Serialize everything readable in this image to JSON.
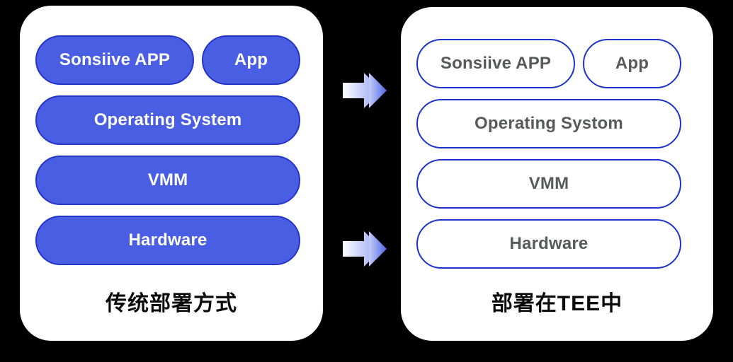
{
  "colors": {
    "background": "#000000",
    "panel": "#ffffff",
    "solid_pill_fill": "#4a5ee3",
    "solid_pill_border": "#2434c9",
    "solid_pill_text": "#ffffff",
    "outline_pill_border": "#1c33cb",
    "outline_pill_text": "#58595c",
    "caption_text": "#0a0a0a",
    "arrow_gradient_start": "#ffffff",
    "arrow_gradient_end": "#5265e6"
  },
  "left_panel": {
    "caption": "传统部署方式",
    "rows": [
      {
        "cells": [
          {
            "label": "Sonsiive APP"
          },
          {
            "label": "App"
          }
        ]
      },
      {
        "cells": [
          {
            "label": "Operating System"
          }
        ]
      },
      {
        "cells": [
          {
            "label": "VMM"
          }
        ]
      },
      {
        "cells": [
          {
            "label": "Hardware"
          }
        ]
      }
    ]
  },
  "right_panel": {
    "caption": "部署在TEE中",
    "rows": [
      {
        "cells": [
          {
            "label": "Sonsiive APP"
          },
          {
            "label": "App"
          }
        ]
      },
      {
        "cells": [
          {
            "label": "Operating Systom"
          }
        ]
      },
      {
        "cells": [
          {
            "label": "VMM"
          }
        ]
      },
      {
        "cells": [
          {
            "label": "Hardware"
          }
        ]
      }
    ]
  },
  "arrows": [
    {
      "name": "top-arrow"
    },
    {
      "name": "bottom-arrow"
    }
  ]
}
